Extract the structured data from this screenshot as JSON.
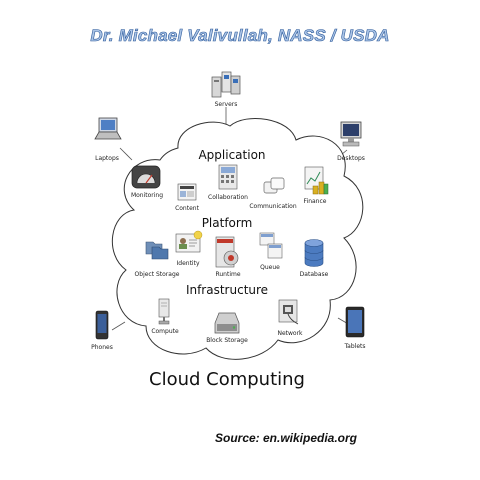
{
  "header": {
    "title": "Dr. Michael Valivullah, NASS / USDA"
  },
  "sections": {
    "application": "Application",
    "platform": "Platform",
    "infrastructure": "Infrastructure"
  },
  "devices": {
    "servers": "Servers",
    "laptops": "Laptops",
    "desktops": "Desktops",
    "phones": "Phones",
    "tablets": "Tablets"
  },
  "application": {
    "monitoring": "Monitoring",
    "content": "Content",
    "collaboration": "Collaboration",
    "communication": "Communication",
    "finance": "Finance"
  },
  "platform": {
    "object_storage": "Object Storage",
    "identity": "Identity",
    "runtime": "Runtime",
    "queue": "Queue",
    "database": "Database"
  },
  "infrastructure": {
    "compute": "Compute",
    "block_storage": "Block Storage",
    "network": "Network"
  },
  "footer": {
    "title": "Cloud Computing",
    "source": "Source: en.wikipedia.org"
  }
}
